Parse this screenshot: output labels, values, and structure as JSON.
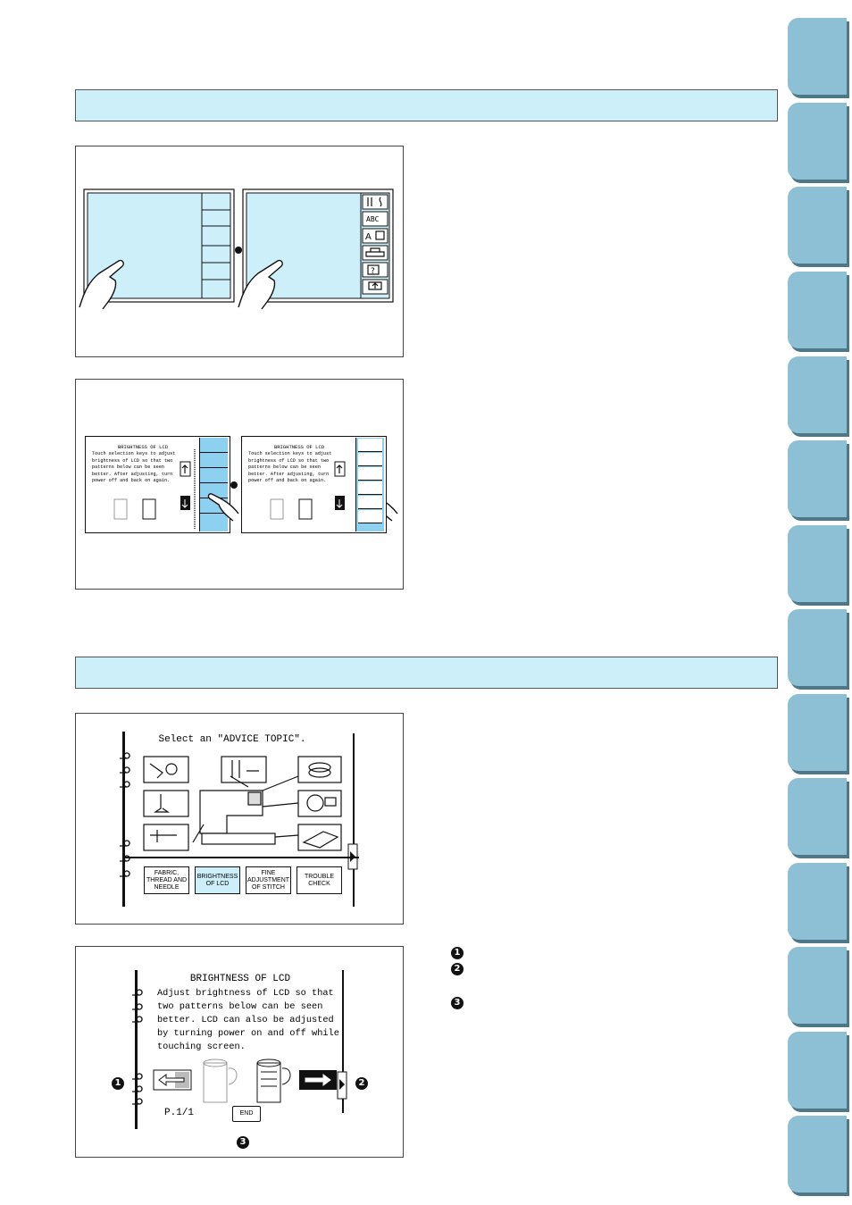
{
  "callouts": [
    "1",
    "2",
    "3"
  ],
  "advice_screen": {
    "title": "Select an \"ADVICE TOPIC\".",
    "buttons": [
      "FABRIC, THREAD AND NEEDLE",
      "BRIGHTNESS OF LCD",
      "FINE ADJUSTMENT OF STITCH",
      "TROUBLE CHECK"
    ]
  },
  "small_screen": {
    "title": "BRIGHTNESS OF LCD",
    "lines": [
      "Touch selection keys to adjust",
      "brightness of LCD so that two",
      "patterns below can be seen",
      "better. After adjusting, turn",
      "power off and back on again."
    ]
  },
  "brightness_screen": {
    "title": "BRIGHTNESS OF LCD",
    "lines": [
      "Adjust brightness of LCD so that",
      "two patterns below can be seen",
      "better. LCD can also be adjusted",
      "by turning power on and off while",
      "touching screen."
    ],
    "page": "P.1/1",
    "end_label": "END"
  },
  "key_icons": {
    "abc": "ABC",
    "char": "A"
  },
  "colors": {
    "band": "#cdeffa",
    "tab": "#8dc0d4",
    "lcd": "#cdeffa",
    "key": "#8ed0ef"
  }
}
